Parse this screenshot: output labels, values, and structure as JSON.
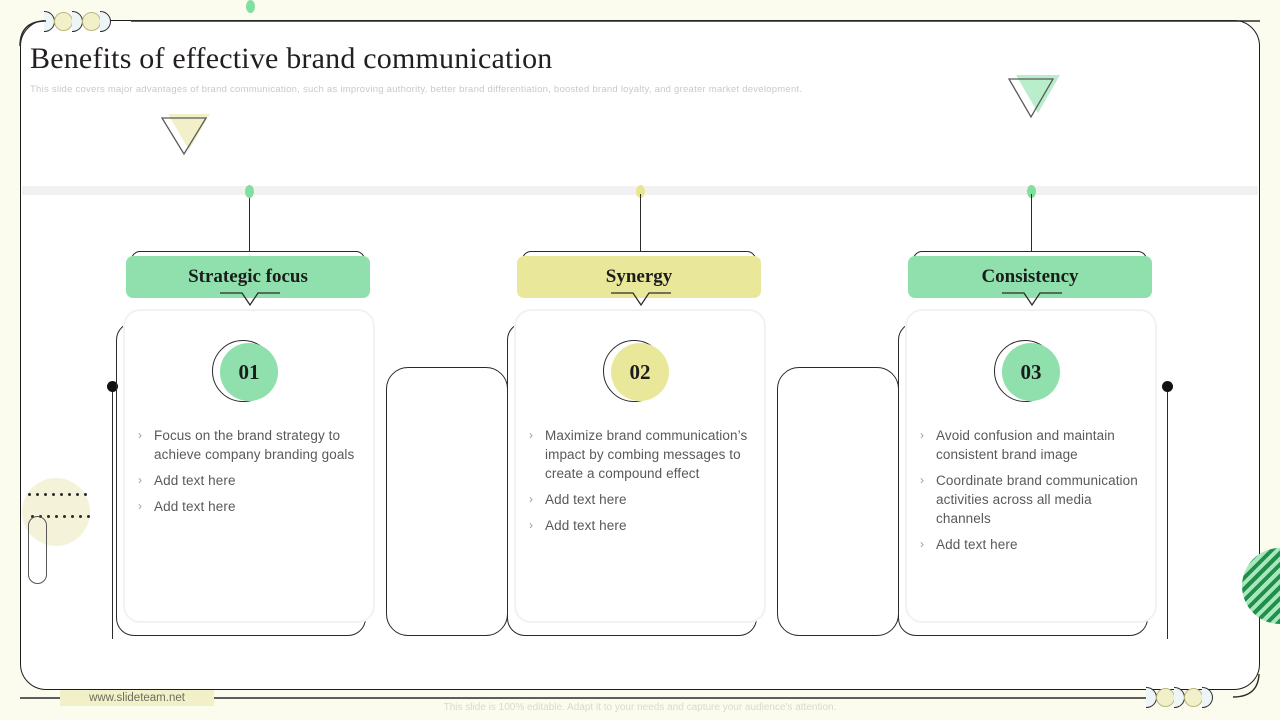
{
  "slide": {
    "title": "Benefits of effective brand communication",
    "subtitle": "This slide covers major advantages of brand communication, such as improving authority, better brand differentiation, boosted brand loyalty, and greater market development.",
    "background_color": "#fbfbee",
    "frame_color": "#ffffff"
  },
  "logo": {
    "name": "dodod-logo",
    "pattern": "D-O-D-O-D"
  },
  "colors": {
    "green": "#8fe0ad",
    "yellow": "#e9e89a",
    "outline": "#2b2b2b",
    "body_text": "#595959",
    "subtitle_text": "#c9c9c4"
  },
  "columns": [
    {
      "header": "Strategic focus",
      "header_color": "#8fe0ad",
      "number": "01",
      "badge_color": "#8fe0ad",
      "timeline_dot_color": "#7fe0a2",
      "bullets": [
        "Focus on the brand strategy to achieve company branding goals",
        "Add text here",
        "Add text here"
      ]
    },
    {
      "header": "Synergy",
      "header_color": "#e9e89a",
      "number": "02",
      "badge_color": "#e9e89a",
      "timeline_dot_color": "#e8e68e",
      "bullets": [
        "Maximize brand communication’s impact by combing messages to create a compound effect",
        "Add text here",
        "Add text here"
      ]
    },
    {
      "header": "Consistency",
      "header_color": "#8fe0ad",
      "number": "03",
      "badge_color": "#8fe0ad",
      "timeline_dot_color": "#7fe0a2",
      "bullets": [
        "Avoid confusion and maintain consistent brand image",
        "Coordinate brand communication activities across all media channels",
        "Add text here"
      ]
    }
  ],
  "decorations": {
    "triangle_left_color": "#f2f0c8",
    "triangle_right_color": "#b9edcc",
    "blob_left_color": "#f4f2d8",
    "stripe_right_colors": [
      "#1f8f4a",
      "#a9e7bf"
    ]
  },
  "footer": {
    "url": "www.slideteam.net",
    "note": "This slide is 100% editable. Adapt it to your needs and capture your audience's attention."
  },
  "bullet_marker": "›"
}
